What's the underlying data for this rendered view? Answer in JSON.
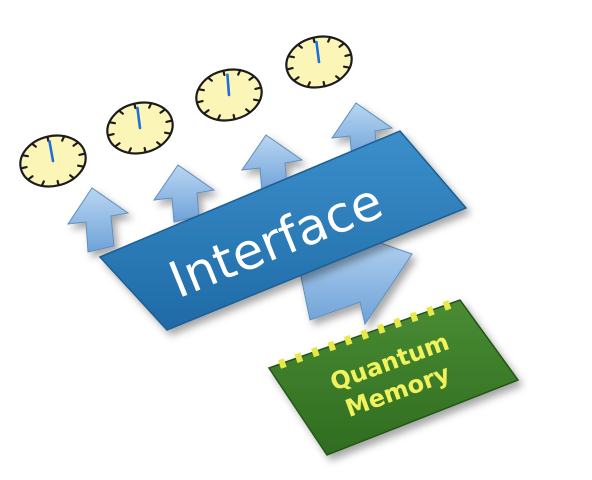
{
  "diagram": {
    "interface_label": "Interface",
    "memory_label_line1": "Quantum",
    "memory_label_line2": "Memory",
    "colors": {
      "interface_bar": "#2a7db8",
      "arrow": "#8fbbe6",
      "clock_face": "#fbf6b8",
      "clock_hand": "#1e6fd8",
      "memory_chip": "#3a7a28",
      "memory_pins": "#e7e94a",
      "memory_text": "#f0f35c"
    },
    "clock_count": 4,
    "up_arrow_count": 4
  }
}
